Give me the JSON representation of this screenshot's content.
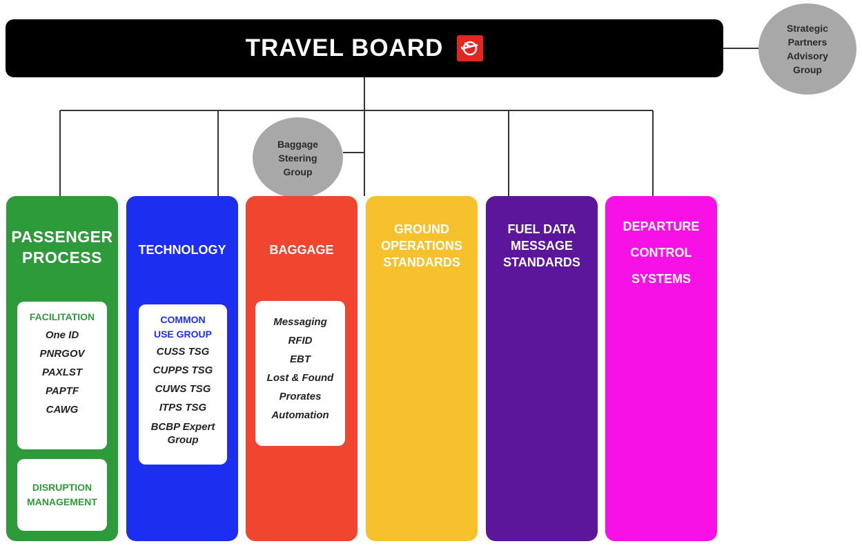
{
  "board": {
    "title": "TRAVEL BOARD",
    "logo_icon": "airplane-globe-icon",
    "logo_color": "#e3261f"
  },
  "partners_group": {
    "lines": [
      "Strategic",
      "Partners",
      "Advisory",
      "Group"
    ]
  },
  "baggage_steering": {
    "lines": [
      "Baggage",
      "Steering",
      "Group"
    ]
  },
  "columns": [
    {
      "color": "#2e9b3a",
      "heading": [
        "PASSENGER",
        "PROCESS"
      ],
      "panels": [
        {
          "title": [
            "FACILITATION"
          ],
          "title_color": "#2e9b3a",
          "items": [
            "One ID",
            "PNRGOV",
            "PAXLST",
            "PAPTF",
            "CAWG"
          ]
        },
        {
          "title": [
            "DISRUPTION",
            "MANAGEMENT"
          ],
          "title_color": "#2e9b3a",
          "items": []
        }
      ]
    },
    {
      "color": "#1c2ff0",
      "heading": [
        "TECHNOLOGY"
      ],
      "panels": [
        {
          "title": [
            "COMMON",
            "USE GROUP"
          ],
          "title_color": "#1c2ff0",
          "items": [
            "CUSS TSG",
            "CUPPS TSG",
            "CUWS TSG",
            "ITPS TSG",
            "BCBP Expert Group"
          ]
        }
      ]
    },
    {
      "color": "#f04630",
      "heading": [
        "BAGGAGE"
      ],
      "panels": [
        {
          "title": [],
          "title_color": "#f04630",
          "items": [
            "Messaging",
            "RFID",
            "EBT",
            "Lost & Found",
            "Prorates",
            "Automation"
          ]
        }
      ]
    },
    {
      "color": "#f7c12e",
      "heading": [
        "GROUND",
        "OPERATIONS",
        "STANDARDS"
      ],
      "panels": []
    },
    {
      "color": "#5b169c",
      "heading": [
        "FUEL DATA",
        "MESSAGE",
        "STANDARDS"
      ],
      "panels": []
    },
    {
      "color": "#f711e6",
      "heading": [
        "DEPARTURE",
        "CONTROL",
        "SYSTEMS"
      ],
      "panels": []
    }
  ]
}
